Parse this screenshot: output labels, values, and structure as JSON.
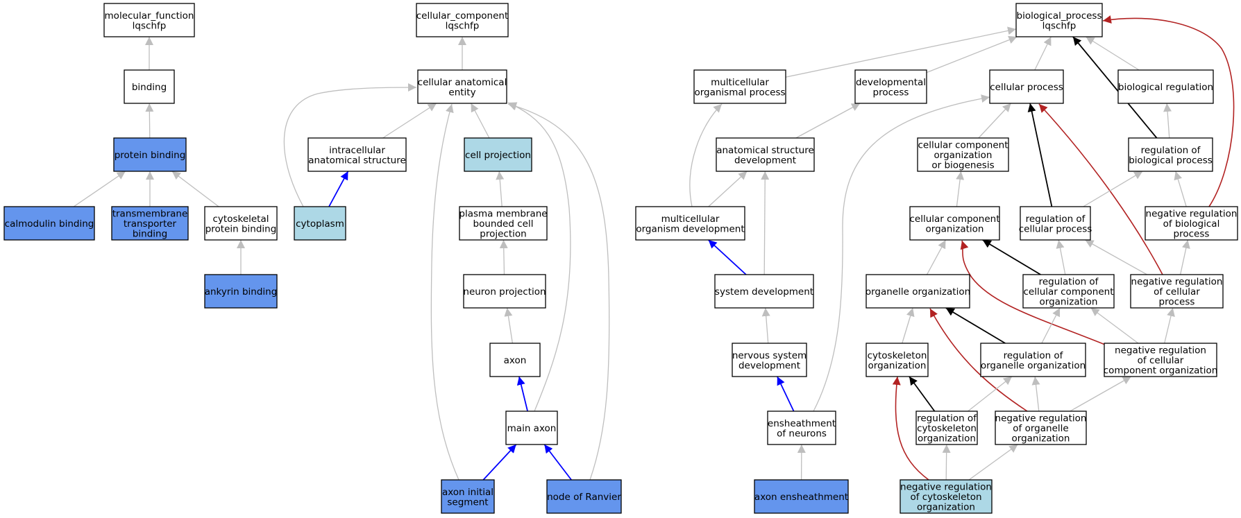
{
  "colors": {
    "default_fill": "#ffffff",
    "dark_blue_fill": "#6495ed",
    "light_blue_fill": "#add8e6",
    "edge_gray": "#bebebe",
    "edge_blue": "#0000ff",
    "edge_black": "#000000",
    "edge_red": "#b22222"
  },
  "nodes": [
    {
      "id": "mf",
      "lines": [
        "molecular_function",
        "lqschfp"
      ],
      "fill": "default"
    },
    {
      "id": "binding",
      "lines": [
        "binding"
      ],
      "fill": "default"
    },
    {
      "id": "protein_binding",
      "lines": [
        "protein binding"
      ],
      "fill": "dark_blue"
    },
    {
      "id": "calmodulin_binding",
      "lines": [
        "calmodulin binding"
      ],
      "fill": "dark_blue"
    },
    {
      "id": "transmembrane_transporter_binding",
      "lines": [
        "transmembrane",
        "transporter",
        "binding"
      ],
      "fill": "dark_blue"
    },
    {
      "id": "cytoskeletal_protein_binding",
      "lines": [
        "cytoskeletal",
        "protein binding"
      ],
      "fill": "default"
    },
    {
      "id": "ankyrin_binding",
      "lines": [
        "ankyrin binding"
      ],
      "fill": "dark_blue"
    },
    {
      "id": "cc",
      "lines": [
        "cellular_component",
        "lqschfp"
      ],
      "fill": "default"
    },
    {
      "id": "cellular_anatomical_entity",
      "lines": [
        "cellular anatomical",
        "entity"
      ],
      "fill": "default"
    },
    {
      "id": "intracellular_anatomical_structure",
      "lines": [
        "intracellular",
        "anatomical structure"
      ],
      "fill": "default"
    },
    {
      "id": "cell_projection",
      "lines": [
        "cell projection"
      ],
      "fill": "light_blue"
    },
    {
      "id": "cytoplasm",
      "lines": [
        "cytoplasm"
      ],
      "fill": "light_blue"
    },
    {
      "id": "plasma_membrane_bounded_cell_projection",
      "lines": [
        "plasma membrane",
        "bounded cell",
        "projection"
      ],
      "fill": "default"
    },
    {
      "id": "neuron_projection",
      "lines": [
        "neuron projection"
      ],
      "fill": "default"
    },
    {
      "id": "axon",
      "lines": [
        "axon"
      ],
      "fill": "default"
    },
    {
      "id": "main_axon",
      "lines": [
        "main axon"
      ],
      "fill": "default"
    },
    {
      "id": "axon_initial_segment",
      "lines": [
        "axon initial",
        "segment"
      ],
      "fill": "dark_blue"
    },
    {
      "id": "node_of_ranvier",
      "lines": [
        "node of Ranvier"
      ],
      "fill": "dark_blue"
    },
    {
      "id": "bp",
      "lines": [
        "biological_process",
        "lqschfp"
      ],
      "fill": "default"
    },
    {
      "id": "multicellular_organismal_process",
      "lines": [
        "multicellular",
        "organismal process"
      ],
      "fill": "default"
    },
    {
      "id": "developmental_process",
      "lines": [
        "developmental",
        "process"
      ],
      "fill": "default"
    },
    {
      "id": "cellular_process",
      "lines": [
        "cellular process"
      ],
      "fill": "default"
    },
    {
      "id": "biological_regulation",
      "lines": [
        "biological regulation"
      ],
      "fill": "default"
    },
    {
      "id": "anatomical_structure_development",
      "lines": [
        "anatomical structure",
        "development"
      ],
      "fill": "default"
    },
    {
      "id": "cellular_component_organization_or_biogenesis",
      "lines": [
        "cellular component",
        "organization",
        "or biogenesis"
      ],
      "fill": "default"
    },
    {
      "id": "regulation_of_biological_process",
      "lines": [
        "regulation of",
        "biological process"
      ],
      "fill": "default"
    },
    {
      "id": "multicellular_organism_development",
      "lines": [
        "multicellular",
        "organism development"
      ],
      "fill": "default"
    },
    {
      "id": "cellular_component_organization",
      "lines": [
        "cellular component",
        "organization"
      ],
      "fill": "default"
    },
    {
      "id": "regulation_of_cellular_process",
      "lines": [
        "regulation of",
        "cellular process"
      ],
      "fill": "default"
    },
    {
      "id": "negative_regulation_of_biological_process",
      "lines": [
        "negative regulation",
        "of biological",
        "process"
      ],
      "fill": "default"
    },
    {
      "id": "system_development",
      "lines": [
        "system development"
      ],
      "fill": "default"
    },
    {
      "id": "organelle_organization",
      "lines": [
        "organelle organization"
      ],
      "fill": "default"
    },
    {
      "id": "regulation_of_cellular_component_organization",
      "lines": [
        "regulation of",
        "cellular component",
        "organization"
      ],
      "fill": "default"
    },
    {
      "id": "negative_regulation_of_cellular_process",
      "lines": [
        "negative regulation",
        "of cellular",
        "process"
      ],
      "fill": "default"
    },
    {
      "id": "nervous_system_development",
      "lines": [
        "nervous system",
        "development"
      ],
      "fill": "default"
    },
    {
      "id": "cytoskeleton_organization",
      "lines": [
        "cytoskeleton",
        "organization"
      ],
      "fill": "default"
    },
    {
      "id": "regulation_of_organelle_organization",
      "lines": [
        "regulation of",
        "organelle organization"
      ],
      "fill": "default"
    },
    {
      "id": "negative_regulation_of_cellular_component_organization",
      "lines": [
        "negative regulation",
        "of cellular",
        "component organization"
      ],
      "fill": "default"
    },
    {
      "id": "ensheathment_of_neurons",
      "lines": [
        "ensheathment",
        "of neurons"
      ],
      "fill": "default"
    },
    {
      "id": "regulation_of_cytoskeleton_organization",
      "lines": [
        "regulation of",
        "cytoskeleton",
        "organization"
      ],
      "fill": "default"
    },
    {
      "id": "negative_regulation_of_organelle_organization",
      "lines": [
        "negative regulation",
        "of organelle",
        "organization"
      ],
      "fill": "default"
    },
    {
      "id": "axon_ensheathment",
      "lines": [
        "axon ensheathment"
      ],
      "fill": "dark_blue"
    },
    {
      "id": "negative_regulation_of_cytoskeleton_organization",
      "lines": [
        "negative regulation",
        "of cytoskeleton",
        "organization"
      ],
      "fill": "light_blue"
    }
  ],
  "edges": [
    {
      "from": "binding",
      "to": "mf",
      "kind": "is_a"
    },
    {
      "from": "protein_binding",
      "to": "binding",
      "kind": "is_a"
    },
    {
      "from": "calmodulin_binding",
      "to": "protein_binding",
      "kind": "is_a"
    },
    {
      "from": "transmembrane_transporter_binding",
      "to": "protein_binding",
      "kind": "is_a"
    },
    {
      "from": "cytoskeletal_protein_binding",
      "to": "protein_binding",
      "kind": "is_a"
    },
    {
      "from": "ankyrin_binding",
      "to": "cytoskeletal_protein_binding",
      "kind": "is_a"
    },
    {
      "from": "cellular_anatomical_entity",
      "to": "cc",
      "kind": "is_a"
    },
    {
      "from": "intracellular_anatomical_structure",
      "to": "cellular_anatomical_entity",
      "kind": "is_a"
    },
    {
      "from": "cell_projection",
      "to": "cellular_anatomical_entity",
      "kind": "is_a"
    },
    {
      "from": "cytoplasm",
      "to": "cellular_anatomical_entity",
      "kind": "is_a"
    },
    {
      "from": "cytoplasm",
      "to": "intracellular_anatomical_structure",
      "kind": "part_of"
    },
    {
      "from": "plasma_membrane_bounded_cell_projection",
      "to": "cell_projection",
      "kind": "is_a"
    },
    {
      "from": "neuron_projection",
      "to": "plasma_membrane_bounded_cell_projection",
      "kind": "is_a"
    },
    {
      "from": "axon",
      "to": "neuron_projection",
      "kind": "is_a"
    },
    {
      "from": "main_axon",
      "to": "axon",
      "kind": "part_of"
    },
    {
      "from": "main_axon",
      "to": "cellular_anatomical_entity",
      "kind": "is_a"
    },
    {
      "from": "axon_initial_segment",
      "to": "main_axon",
      "kind": "part_of"
    },
    {
      "from": "axon_initial_segment",
      "to": "cellular_anatomical_entity",
      "kind": "is_a"
    },
    {
      "from": "node_of_ranvier",
      "to": "main_axon",
      "kind": "part_of"
    },
    {
      "from": "node_of_ranvier",
      "to": "cellular_anatomical_entity",
      "kind": "is_a"
    },
    {
      "from": "multicellular_organismal_process",
      "to": "bp",
      "kind": "is_a"
    },
    {
      "from": "developmental_process",
      "to": "bp",
      "kind": "is_a"
    },
    {
      "from": "cellular_process",
      "to": "bp",
      "kind": "is_a"
    },
    {
      "from": "biological_regulation",
      "to": "bp",
      "kind": "is_a"
    },
    {
      "from": "regulation_of_biological_process",
      "to": "bp",
      "kind": "regulates"
    },
    {
      "from": "negative_regulation_of_biological_process",
      "to": "bp",
      "kind": "negatively_regulates"
    },
    {
      "from": "anatomical_structure_development",
      "to": "developmental_process",
      "kind": "is_a"
    },
    {
      "from": "cellular_component_organization_or_biogenesis",
      "to": "cellular_process",
      "kind": "is_a"
    },
    {
      "from": "regulation_of_cellular_process",
      "to": "cellular_process",
      "kind": "regulates"
    },
    {
      "from": "negative_regulation_of_cellular_process",
      "to": "cellular_process",
      "kind": "negatively_regulates"
    },
    {
      "from": "ensheathment_of_neurons",
      "to": "cellular_process",
      "kind": "is_a"
    },
    {
      "from": "regulation_of_biological_process",
      "to": "biological_regulation",
      "kind": "is_a"
    },
    {
      "from": "multicellular_organism_development",
      "to": "multicellular_organismal_process",
      "kind": "is_a"
    },
    {
      "from": "multicellular_organism_development",
      "to": "anatomical_structure_development",
      "kind": "is_a"
    },
    {
      "from": "system_development",
      "to": "anatomical_structure_development",
      "kind": "is_a"
    },
    {
      "from": "system_development",
      "to": "multicellular_organism_development",
      "kind": "part_of"
    },
    {
      "from": "nervous_system_development",
      "to": "system_development",
      "kind": "is_a"
    },
    {
      "from": "ensheathment_of_neurons",
      "to": "nervous_system_development",
      "kind": "part_of"
    },
    {
      "from": "axon_ensheathment",
      "to": "ensheathment_of_neurons",
      "kind": "is_a"
    },
    {
      "from": "cellular_component_organization",
      "to": "cellular_component_organization_or_biogenesis",
      "kind": "is_a"
    },
    {
      "from": "regulation_of_cellular_process",
      "to": "regulation_of_biological_process",
      "kind": "is_a"
    },
    {
      "from": "negative_regulation_of_biological_process",
      "to": "regulation_of_biological_process",
      "kind": "is_a"
    },
    {
      "from": "negative_regulation_of_cellular_process",
      "to": "negative_regulation_of_biological_process",
      "kind": "is_a"
    },
    {
      "from": "negative_regulation_of_cellular_process",
      "to": "regulation_of_cellular_process",
      "kind": "is_a"
    },
    {
      "from": "regulation_of_cellular_component_organization",
      "to": "regulation_of_cellular_process",
      "kind": "is_a"
    },
    {
      "from": "regulation_of_cellular_component_organization",
      "to": "cellular_component_organization",
      "kind": "regulates"
    },
    {
      "from": "organelle_organization",
      "to": "cellular_component_organization",
      "kind": "is_a"
    },
    {
      "from": "negative_regulation_of_cellular_component_organization",
      "to": "cellular_component_organization",
      "kind": "negatively_regulates"
    },
    {
      "from": "negative_regulation_of_cellular_component_organization",
      "to": "regulation_of_cellular_component_organization",
      "kind": "is_a"
    },
    {
      "from": "negative_regulation_of_cellular_component_organization",
      "to": "negative_regulation_of_cellular_process",
      "kind": "is_a"
    },
    {
      "from": "cytoskeleton_organization",
      "to": "organelle_organization",
      "kind": "is_a"
    },
    {
      "from": "regulation_of_organelle_organization",
      "to": "organelle_organization",
      "kind": "regulates"
    },
    {
      "from": "regulation_of_organelle_organization",
      "to": "regulation_of_cellular_component_organization",
      "kind": "is_a"
    },
    {
      "from": "negative_regulation_of_organelle_organization",
      "to": "organelle_organization",
      "kind": "negatively_regulates"
    },
    {
      "from": "negative_regulation_of_organelle_organization",
      "to": "regulation_of_organelle_organization",
      "kind": "is_a"
    },
    {
      "from": "negative_regulation_of_organelle_organization",
      "to": "negative_regulation_of_cellular_component_organization",
      "kind": "is_a"
    },
    {
      "from": "regulation_of_cytoskeleton_organization",
      "to": "cytoskeleton_organization",
      "kind": "regulates"
    },
    {
      "from": "regulation_of_cytoskeleton_organization",
      "to": "regulation_of_organelle_organization",
      "kind": "is_a"
    },
    {
      "from": "negative_regulation_of_cytoskeleton_organization",
      "to": "cytoskeleton_organization",
      "kind": "negatively_regulates"
    },
    {
      "from": "negative_regulation_of_cytoskeleton_organization",
      "to": "regulation_of_cytoskeleton_organization",
      "kind": "is_a"
    },
    {
      "from": "negative_regulation_of_cytoskeleton_organization",
      "to": "negative_regulation_of_organelle_organization",
      "kind": "is_a"
    }
  ]
}
